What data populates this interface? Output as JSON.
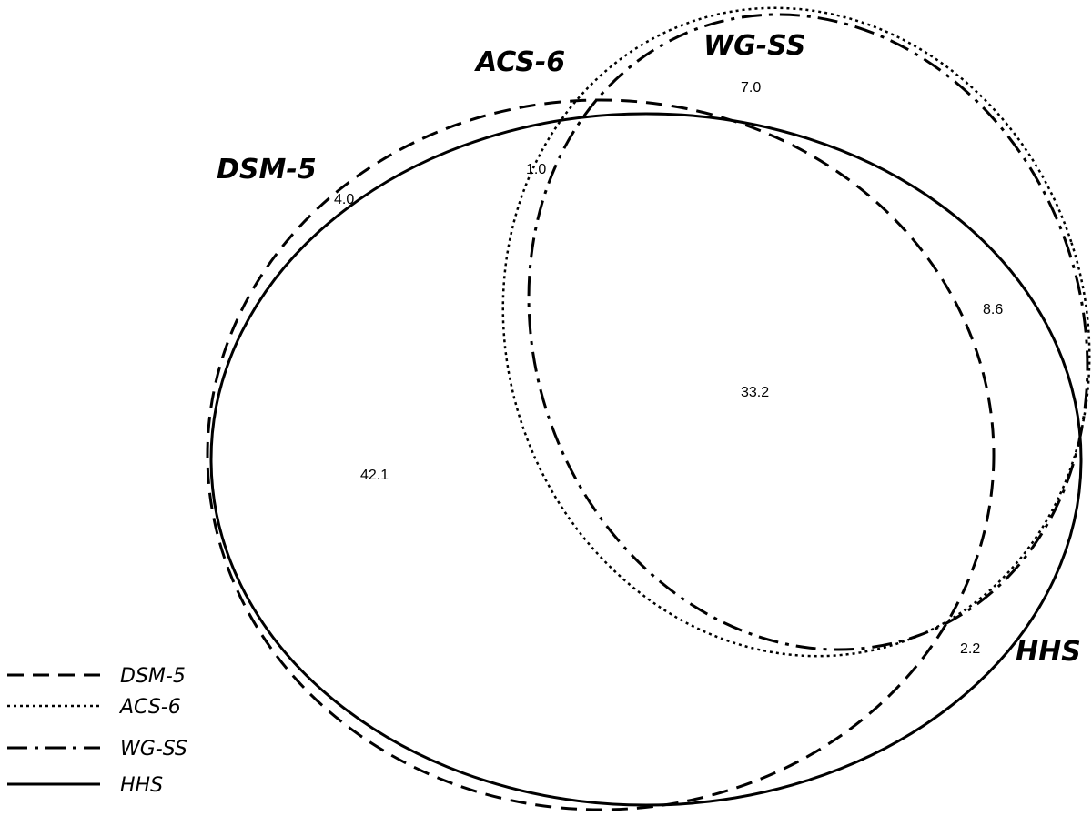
{
  "sets": [
    {
      "key": "dsm",
      "label": "DSM-5",
      "style": "dashed"
    },
    {
      "key": "acs",
      "label": "ACS-6",
      "style": "dotted"
    },
    {
      "key": "wgss",
      "label": "WG-SS",
      "style": "dash-dot"
    },
    {
      "key": "hhs",
      "label": "HHS",
      "style": "solid"
    }
  ],
  "regions": {
    "wgss_only": "7.0",
    "dsm_only": "4.0",
    "acs_region": "1.0",
    "hhs_wgss": "8.6",
    "core": "33.2",
    "dsm_hhs": "42.1",
    "bottom_right": "2.2"
  },
  "legend": [
    {
      "label": "DSM-5",
      "style": "dashed"
    },
    {
      "label": "ACS-6",
      "style": "dotted"
    },
    {
      "label": "WG-SS",
      "style": "dash-dot"
    },
    {
      "label": "HHS",
      "style": "solid"
    }
  ]
}
